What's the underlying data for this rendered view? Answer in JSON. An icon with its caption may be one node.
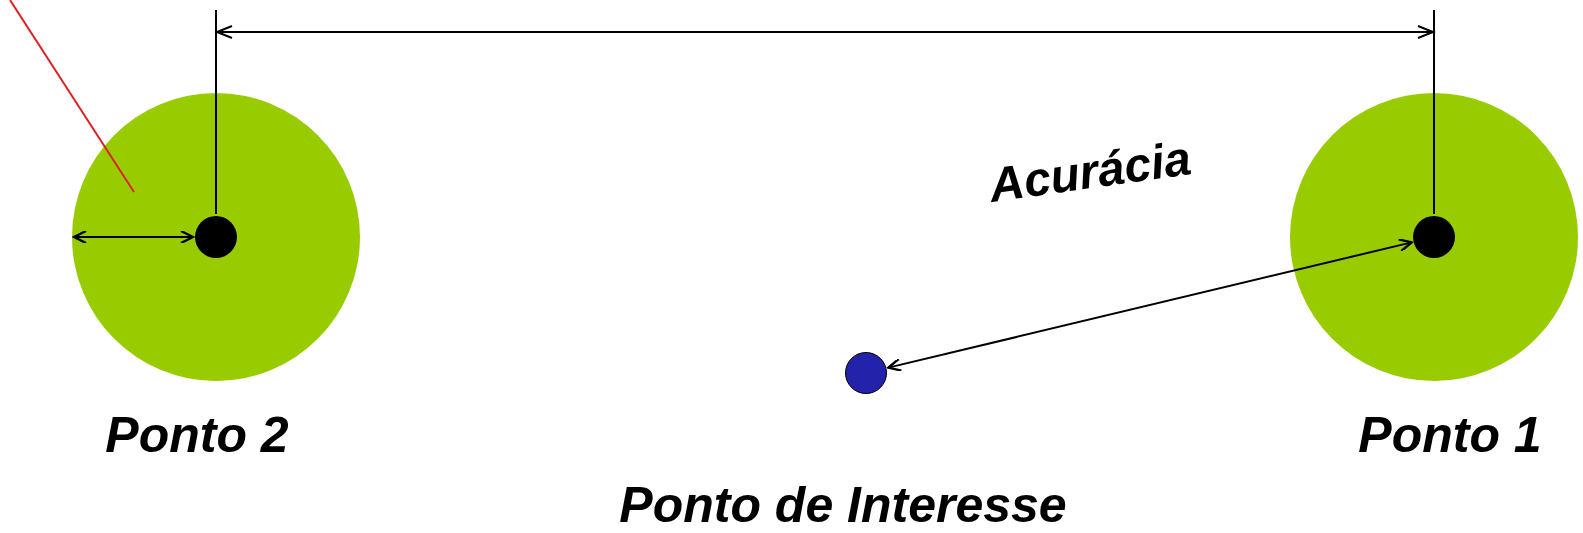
{
  "diagram": {
    "nodes": [
      {
        "text": [
          "Ponto 2"
        ]
      },
      {
        "text": [],
        "shape": "circle",
        "in": 0
      },
      {
        "text": [
          "Ponto 1"
        ]
      },
      {
        "text": [],
        "shape": "circle",
        "in": 2
      },
      {
        "text": [
          "Ponto de Interesse"
        ]
      }
    ],
    "edges": [
      {
        "from": 4,
        "to": 3,
        "arrow": "both"
      },
      {
        "from": null,
        "to": 0,
        "arrow": "none",
        "color": "#e02020"
      },
      {
        "from": 1,
        "to": 3,
        "arrow": "both"
      },
      {
        "from": 0,
        "to": 1,
        "arrow": "both"
      }
    ],
    "labels": [
      "Acurácia"
    ]
  }
}
